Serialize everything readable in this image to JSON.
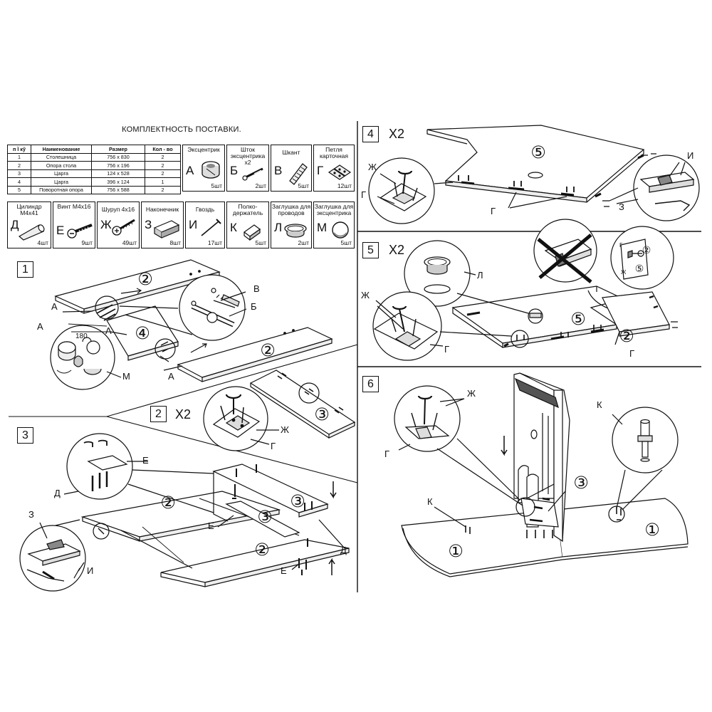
{
  "title": "КОМПЛЕКТНОСТЬ ПОСТАВКИ.",
  "parts_table": {
    "headers": [
      "п   Ї кў",
      "Наименование",
      "Размер",
      "Кол - во"
    ],
    "rows": [
      [
        "1",
        "Столешница",
        "756 x 830",
        "2"
      ],
      [
        "2",
        "Опора стола",
        "756 x 196",
        "2"
      ],
      [
        "3",
        "Царга",
        "124 x 528",
        "2"
      ],
      [
        "4",
        "Царга",
        "396 x 124",
        "1"
      ],
      [
        "5",
        "Поворотная опора",
        "756 x 588",
        "2"
      ]
    ]
  },
  "hardware": [
    {
      "name": "Эксцентрик",
      "letter": "А",
      "qty": "5шт",
      "icon": "eccentric-icon"
    },
    {
      "name": "Шток эксцентрика x2",
      "letter": "Б",
      "qty": "2шт",
      "icon": "eccentric-rod-icon"
    },
    {
      "name": "Шкант",
      "letter": "В",
      "qty": "5шт",
      "icon": "dowel-icon"
    },
    {
      "name": "Петля карточная",
      "letter": "Г",
      "qty": "12шт",
      "icon": "hinge-icon"
    },
    {
      "name": "Цилиндр М4x41",
      "letter": "Д",
      "qty": "4шт",
      "icon": "cylinder-icon"
    },
    {
      "name": "Винт М4x16",
      "letter": "Е",
      "qty": "9шт",
      "icon": "bolt-icon"
    },
    {
      "name": "Шуруп 4x16",
      "letter": "Ж",
      "qty": "49шт",
      "icon": "screw-icon"
    },
    {
      "name": "Наконечник",
      "letter": "З",
      "qty": "8шт",
      "icon": "end-cap-icon"
    },
    {
      "name": "Гвоздь",
      "letter": "И",
      "qty": "17шт",
      "icon": "nail-icon"
    },
    {
      "name": "Полко- держатель",
      "letter": "К",
      "qty": "5шт",
      "icon": "shelf-support-icon"
    },
    {
      "name": "Заглушка для проводов",
      "letter": "Л",
      "qty": "2шт",
      "icon": "cable-grommet-icon"
    },
    {
      "name": "Заглушка для эксцентрика",
      "letter": "М",
      "qty": "5шт",
      "icon": "eccentric-cap-icon"
    }
  ],
  "steps": [
    {
      "number": "1"
    },
    {
      "number": "2",
      "multiplier": "X2"
    },
    {
      "number": "3"
    },
    {
      "number": "4",
      "multiplier": "X2"
    },
    {
      "number": "5",
      "multiplier": "X2"
    },
    {
      "number": "6"
    }
  ],
  "labels": {
    "A": "А",
    "B": "Б",
    "V": "В",
    "G": "Г",
    "D": "Д",
    "E": "Е",
    "Zh": "Ж",
    "Z": "З",
    "I": "И",
    "K": "К",
    "L": "Л",
    "M": "М",
    "angle": "180"
  },
  "part_marks": [
    "①",
    "②",
    "③",
    "④",
    "⑤"
  ]
}
